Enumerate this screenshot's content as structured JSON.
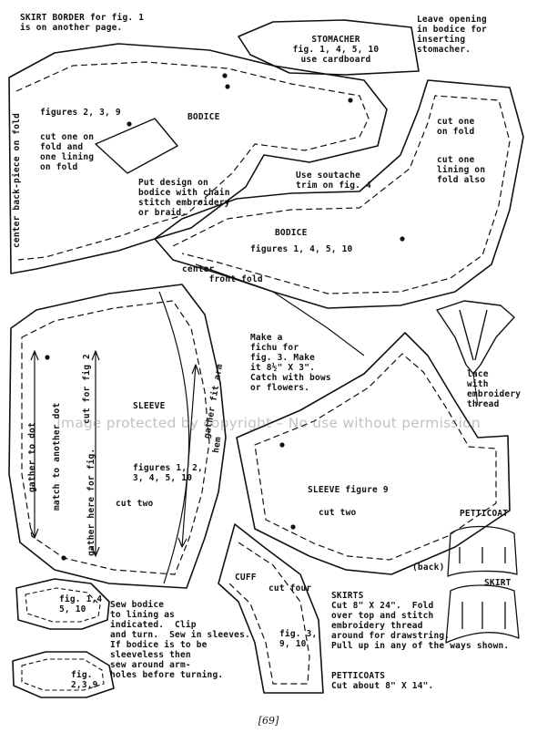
{
  "labels": {
    "skirt_border": "SKIRT BORDER for fig. 1\nis on another page.",
    "leave_opening": "Leave opening\nin bodice for\ninserting\nstomacher.",
    "stomacher": "STOMACHER\nfig. 1, 4, 5, 10\nuse cardboard",
    "figures_239": "figures 2, 3, 9",
    "bodice_top": "BODICE",
    "cut_one_lining": "cut one on\nfold and\none lining\non fold",
    "center_back": "center back-piece on fold",
    "put_design": "Put design on\nbodice with chain\nstitch embroidery\nor braid.",
    "use_soutache": "Use soutache\ntrim on fig. 4",
    "cut_one_right": "cut one\non fold",
    "cut_one_lining_right": "cut one\nlining on\nfold also",
    "bodice_front": "BODICE",
    "figures_14510": "figures 1, 4, 5, 10",
    "center_front": "center\n     front fold",
    "make_fichu": "Make a\nfichu for\nfig. 3. Make\nit 8½\" X 3\".\nCatch with bows\nor flowers.",
    "lace": "lace\nwith\nembroidery\nthread",
    "sleeve": "SLEEVE",
    "gather_to_dot": "gather to dot",
    "match_dot": "match to another dot",
    "cut_for_fig2": "cut for fig 2",
    "gather_here": "gather here for fig.",
    "gather_fit_arm": "gather fit arm",
    "hem": "hem",
    "figures_sleeve": "figures 1, 2,\n3, 4, 5, 10",
    "cut_two": "cut two",
    "sleeve_fig9": "SLEEVE figure 9",
    "cut_two_right": "cut two",
    "petticoat": "PETTICOAT",
    "back": "(back)",
    "skirt": "SKIRT",
    "cuff": "CUFF",
    "cut_four": "cut four",
    "fig_3_9_10": "fig. 3,\n9, 10",
    "fig_1_4": "fig. 1,4\n5, 10",
    "fig_2_3_9": "fig.\n2,3,9",
    "sew_bodice": "Sew bodice\nto lining as\nindicated.  Clip\nand turn.  Sew in sleeves.\nIf bodice is to be\nsleeveless then\nsew around arm-\nholes before turning.",
    "skirts_instr": "SKIRTS\nCut 8\" X 24\".  Fold\nover top and stitch\nembroidery thread\naround for drawstring.\nPull up in any of the ways shown.",
    "petticoats_instr": "PETTICOATS\nCut about 8\" X 14\"."
  },
  "watermark": "Image protected by copyright – No use without permission",
  "page_number": "[69]"
}
